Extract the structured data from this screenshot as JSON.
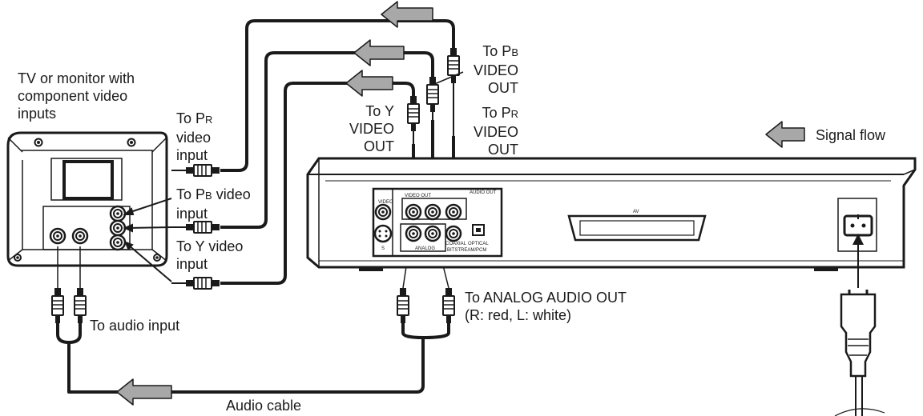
{
  "labels": {
    "tv_caption": [
      "TV or monitor with",
      "component video",
      "inputs"
    ],
    "to_pr_video_input": [
      "To P",
      "R",
      "video",
      "input"
    ],
    "to_pb_video_input": [
      "To P",
      "B",
      " video",
      "input"
    ],
    "to_y_video_input": [
      "To Y video",
      "input"
    ],
    "to_audio_input": "To audio input",
    "to_y_video_out": [
      "To Y",
      "VIDEO",
      "OUT"
    ],
    "to_pb_video_out": [
      "To P",
      "B",
      "VIDEO",
      "OUT"
    ],
    "to_pr_video_out": [
      "To P",
      "R",
      "VIDEO",
      "OUT"
    ],
    "signal_flow": "Signal flow",
    "to_analog_audio_out": [
      "To ANALOG AUDIO OUT",
      "(R: red, L: white)"
    ],
    "audio_cable": "Audio cable"
  },
  "player_panel": {
    "video_out": "VIDEO OUT",
    "audio_out": "AUDIO OUT",
    "video": "VIDEO",
    "s": "S",
    "av": "AV",
    "analog": "ANALOG",
    "coaxial": "COAXIAL",
    "optical": "OPTICAL",
    "bitstream_pcm": "BITSTREAM/PCM"
  },
  "colors": {
    "line": "#1a1a1a",
    "arrow_fill": "#a8a8a8"
  }
}
